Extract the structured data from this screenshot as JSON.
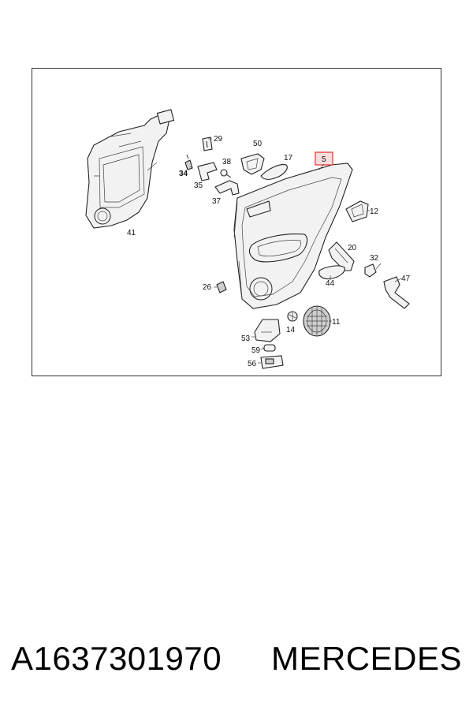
{
  "diagram": {
    "callouts": {
      "c5": "5",
      "c11": "11",
      "c12": "12",
      "c14": "14",
      "c17": "17",
      "c20": "20",
      "c26": "26",
      "c29": "29",
      "c32": "32",
      "c34": "34",
      "c35": "35",
      "c37": "37",
      "c38": "38",
      "c41": "41",
      "c44": "44",
      "c47": "47",
      "c50": "50",
      "c53": "53",
      "c56": "56",
      "c59": "59"
    },
    "highlight_color": "#e23030"
  },
  "footer": {
    "part_number": "A1637301970",
    "brand": "MERCEDES"
  }
}
